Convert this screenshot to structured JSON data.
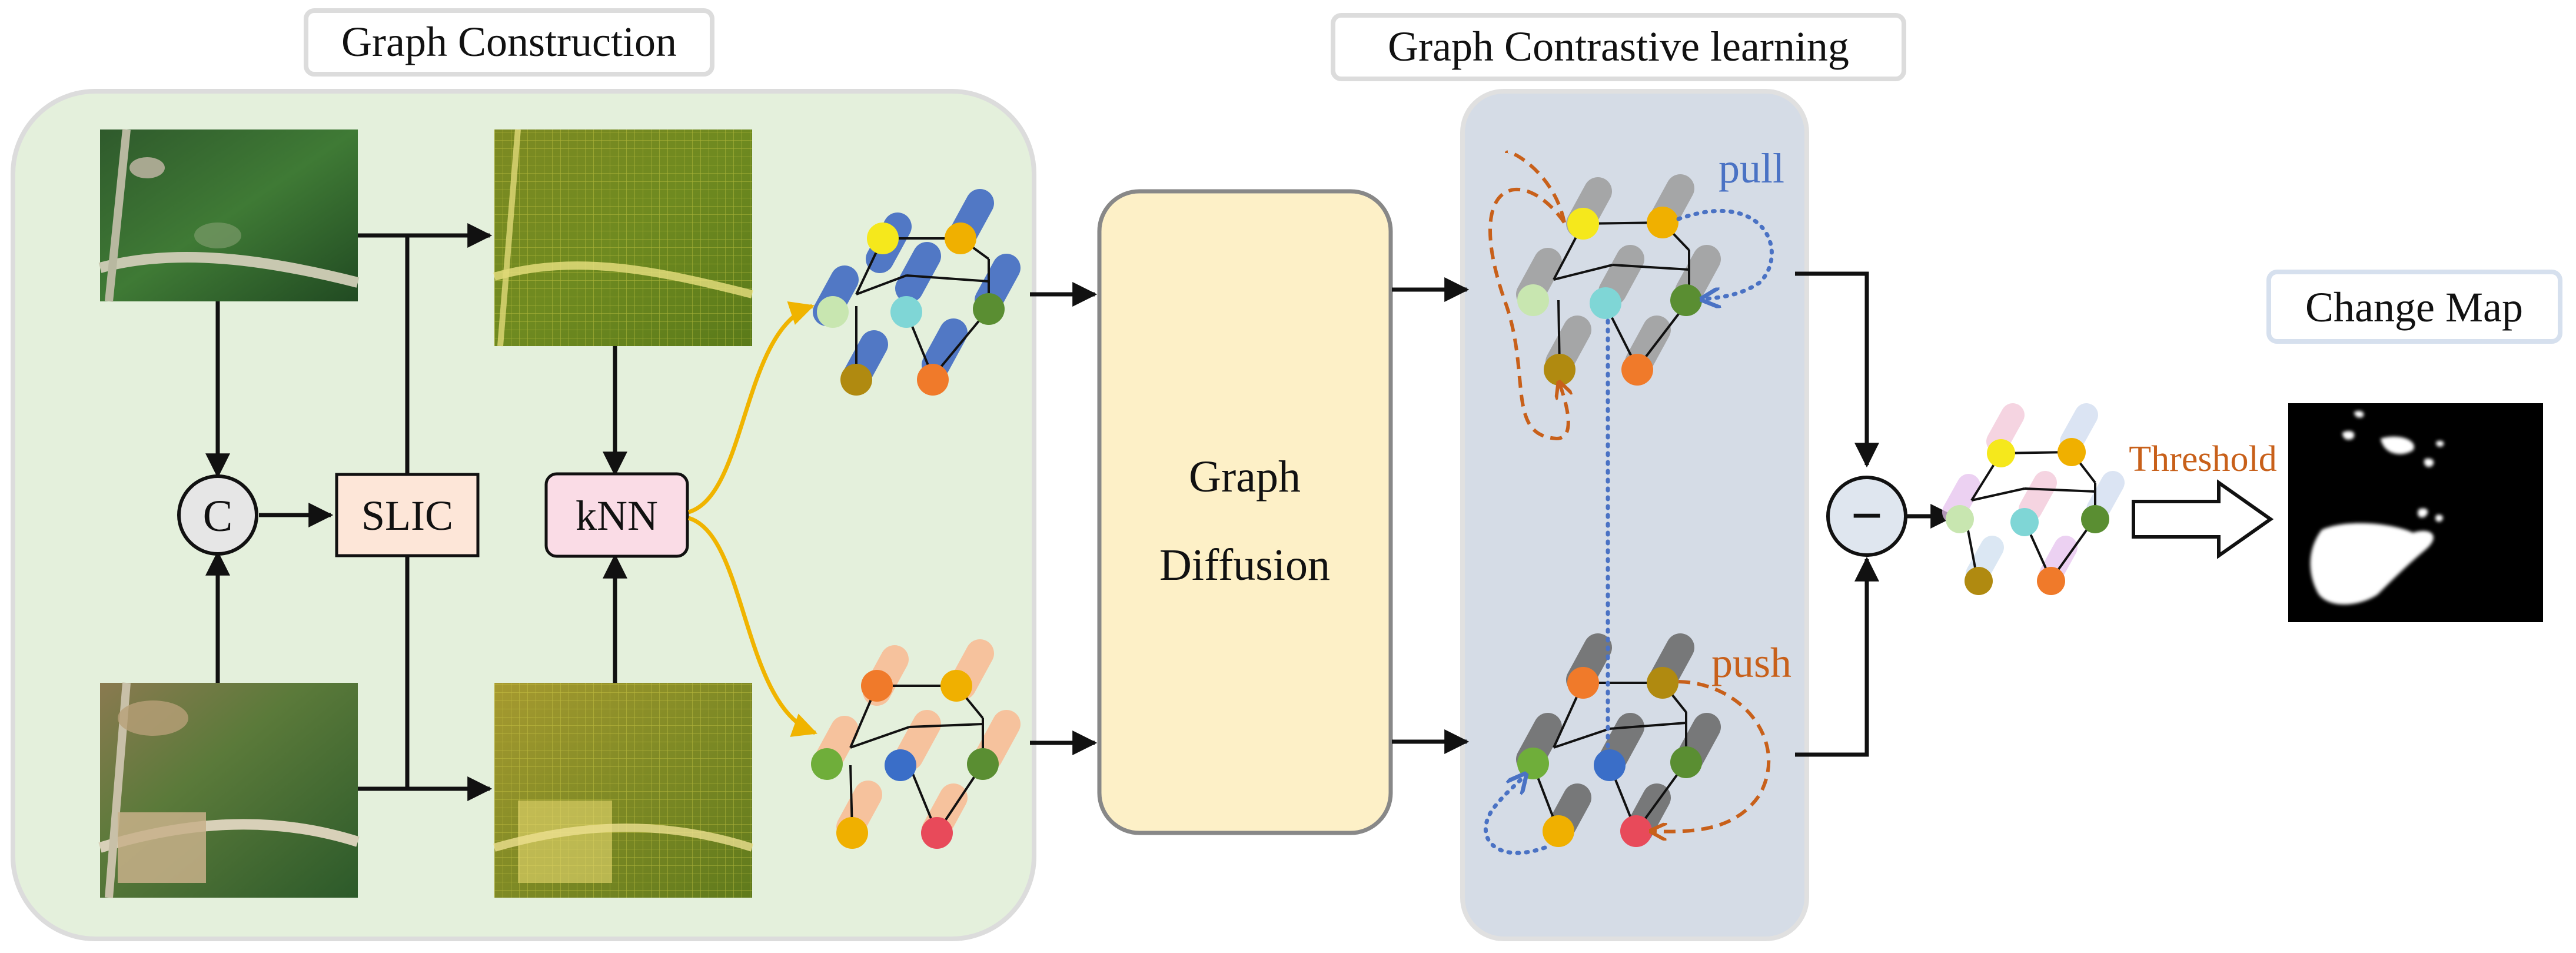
{
  "sections": {
    "graph_construction": "Graph Construction",
    "graph_contrastive_learning": "Graph Contrastive learning",
    "change_map": "Change Map"
  },
  "nodes": {
    "concat": "C",
    "slic": "SLIC",
    "knn": "kNN",
    "graph_diffusion_line1": "Graph",
    "graph_diffusion_line2": "Diffusion",
    "subtract": "−"
  },
  "annotations": {
    "pull": "pull",
    "push": "push",
    "threshold": "Threshold"
  },
  "colors": {
    "construction_bg": "#e4f0dc",
    "contrastive_bg": "#d5dce6",
    "diffusion_bg": "#fdf0c7",
    "slic_bg": "#fde6d8",
    "knn_bg": "#fadce6",
    "accent_orange": "#c8601a",
    "accent_blue": "#4a72c4",
    "curve_yellow": "#f0b400"
  }
}
